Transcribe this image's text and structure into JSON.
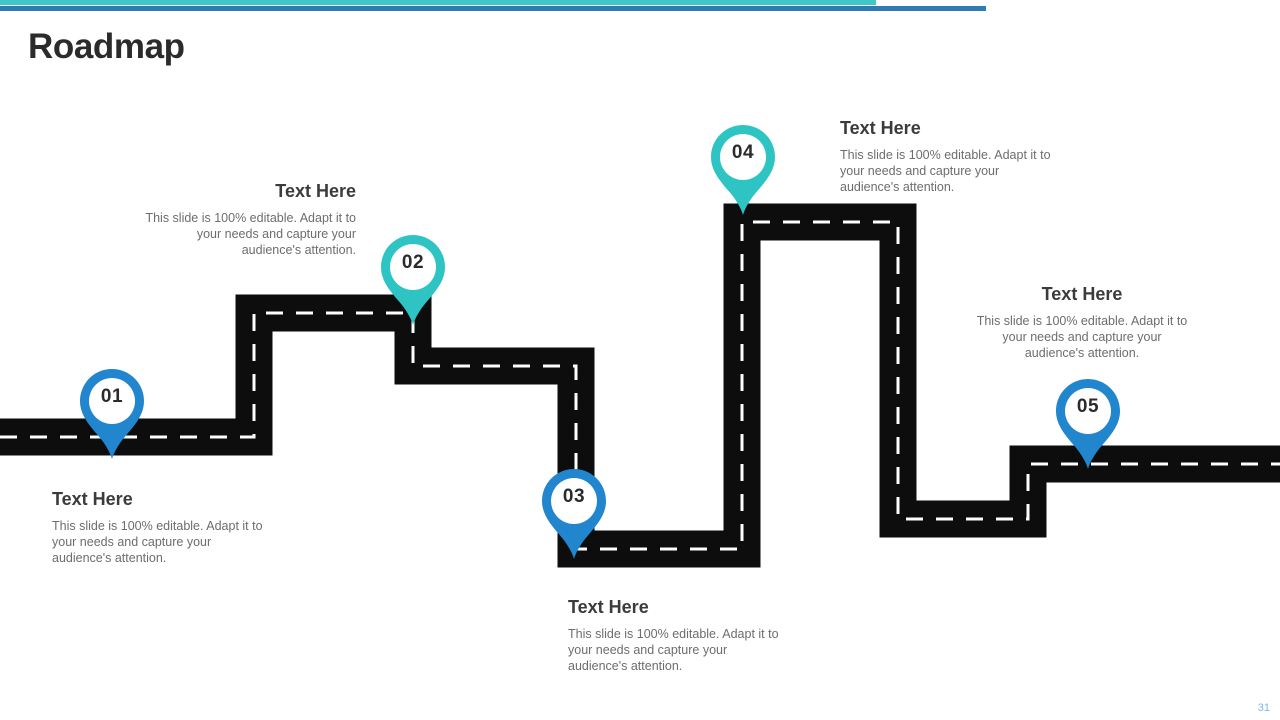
{
  "slide": {
    "title": "Roadmap",
    "page_number": "31",
    "accent_teal": "#3fc8c8",
    "accent_blue": "#2f7cb5",
    "road_color": "#0d0d0d",
    "lane_color": "#ffffff"
  },
  "milestones": [
    {
      "number": "01",
      "pin_color": "#2186ce",
      "heading": "Text Here",
      "body": "This slide is 100% editable. Adapt it to your needs and capture your audience's attention.",
      "align": "left"
    },
    {
      "number": "02",
      "pin_color": "#2ec4c4",
      "heading": "Text Here",
      "body": "This slide is 100% editable. Adapt it to your needs and capture your audience's attention.",
      "align": "right"
    },
    {
      "number": "03",
      "pin_color": "#2186ce",
      "heading": "Text Here",
      "body": "This slide is 100% editable. Adapt it to your needs and capture your audience's attention.",
      "align": "left"
    },
    {
      "number": "04",
      "pin_color": "#2ec4c4",
      "heading": "Text Here",
      "body": "This slide is 100% editable. Adapt it to your needs and capture your audience's attention.",
      "align": "left"
    },
    {
      "number": "05",
      "pin_color": "#2186ce",
      "heading": "Text Here",
      "body": "This slide is 100% editable. Adapt it to your needs and capture your audience's attention.",
      "align": "center"
    }
  ]
}
